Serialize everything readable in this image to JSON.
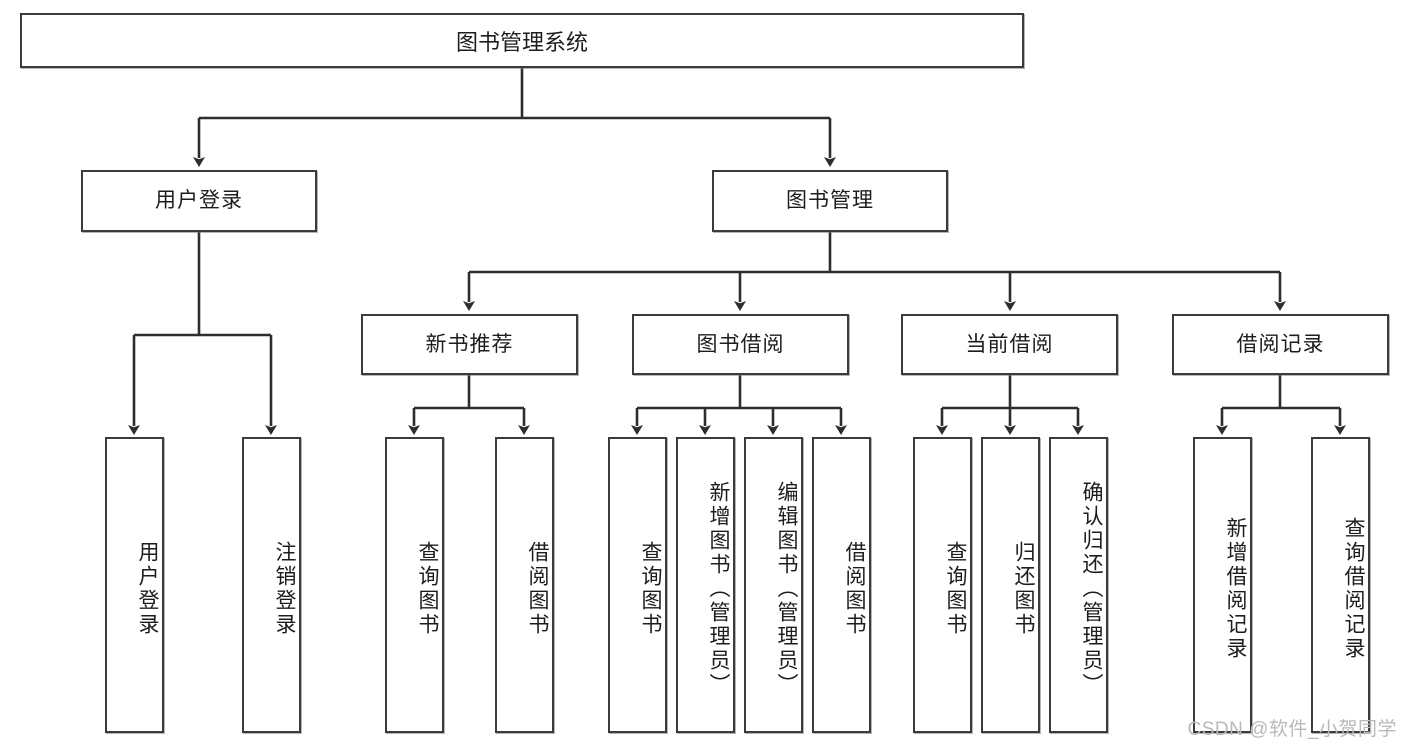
{
  "diagram": {
    "title": "图书管理系统",
    "type": "tree-hierarchy",
    "root": {
      "label": "图书管理系统"
    },
    "level2": [
      {
        "label": "用户登录"
      },
      {
        "label": "图书管理"
      }
    ],
    "level3": [
      {
        "label": "新书推荐"
      },
      {
        "label": "图书借阅"
      },
      {
        "label": "当前借阅"
      },
      {
        "label": "借阅记录"
      }
    ],
    "leaves": {
      "user_login": [
        {
          "label": "用户登录"
        },
        {
          "label": "注销登录"
        }
      ],
      "new_book_recommend": [
        {
          "label": "查询图书"
        },
        {
          "label": "借阅图书"
        }
      ],
      "book_borrow": [
        {
          "label": "查询图书"
        },
        {
          "label": "新增图书（管理员）"
        },
        {
          "label": "编辑图书（管理员）"
        },
        {
          "label": "借阅图书"
        }
      ],
      "current_borrow": [
        {
          "label": "查询图书"
        },
        {
          "label": "归还图书"
        },
        {
          "label": "确认归还（管理员）"
        }
      ],
      "borrow_record": [
        {
          "label": "新增借阅记录"
        },
        {
          "label": "查询借阅记录"
        }
      ]
    }
  },
  "watermark": {
    "text": "CSDN @软件_小贺同学"
  },
  "colors": {
    "border": "#3b3b3b",
    "text": "#1d1d1d",
    "background": "#ffffff",
    "watermark": "#b9b9b9"
  }
}
